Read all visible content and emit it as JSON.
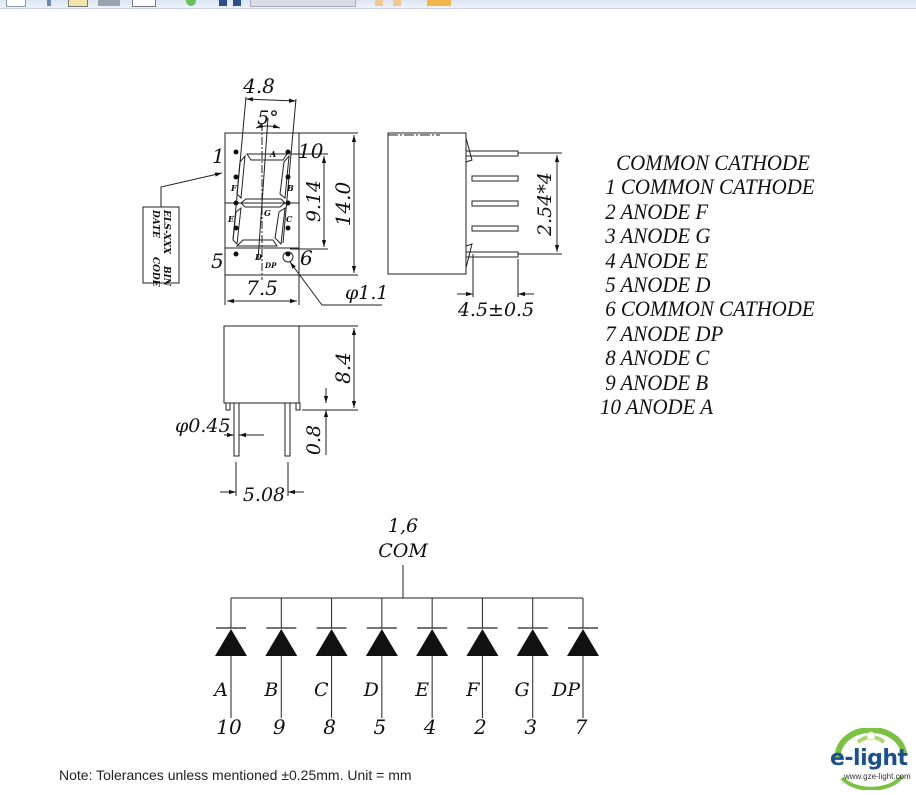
{
  "window": {
    "toolbar_icons": [
      "page-icon",
      "attach-icon",
      "folder-icon",
      "window-icon",
      "image-icon",
      "refresh-icon",
      "save-icon",
      "print-icon",
      "address-bar",
      "back-icon",
      "forward-icon",
      "export-icon"
    ]
  },
  "front_view": {
    "dim_width_top": "4.8",
    "dim_angle": "5°",
    "dim_height_segment": "9.14",
    "dim_height_total": "14.0",
    "dim_width_bottom": "7.5",
    "dim_hole_diameter": "φ1.1",
    "pin_labels": {
      "top_left": "1",
      "top_right": "10",
      "bottom_left": "5",
      "bottom_right": "6"
    },
    "segment_labels": [
      "A",
      "B",
      "C",
      "D",
      "E",
      "F",
      "G",
      "DP"
    ],
    "label_box": {
      "line1": "ELS-XXX",
      "line2": "BIN",
      "line3": "DATE",
      "line4": "CODE"
    }
  },
  "side_view": {
    "dim_pitch": "2.54*4",
    "dim_pin_length": "4.5±0.5"
  },
  "bottom_view": {
    "dim_height": "8.4",
    "dim_pin_diameter": "φ0.45",
    "dim_standoff": "0.8",
    "dim_pin_spacing": "5.08"
  },
  "pin_list": {
    "title": "COMMON CATHODE",
    "items": [
      " 1 COMMON CATHODE",
      " 2 ANODE F",
      " 3 ANODE G",
      " 4 ANODE E",
      " 5 ANODE D",
      " 6 COMMON CATHODE",
      " 7 ANODE DP",
      " 8 ANODE C",
      " 9 ANODE B",
      "10 ANODE A"
    ]
  },
  "schematic": {
    "com_pins": "1,6",
    "com_label": "COM",
    "diodes": [
      {
        "segment": "A",
        "pin": "10"
      },
      {
        "segment": "B",
        "pin": "9"
      },
      {
        "segment": "C",
        "pin": "8"
      },
      {
        "segment": "D",
        "pin": "5"
      },
      {
        "segment": "E",
        "pin": "4"
      },
      {
        "segment": "F",
        "pin": "2"
      },
      {
        "segment": "G",
        "pin": "3"
      },
      {
        "segment": "DP",
        "pin": "7"
      }
    ]
  },
  "note": "Note: Tolerances unless mentioned ±0.25mm. Unit = mm",
  "logo": {
    "brand": "e-light",
    "url": "www.gze-light.com",
    "color": "#1b4f8f",
    "accent": "#7cc242"
  }
}
